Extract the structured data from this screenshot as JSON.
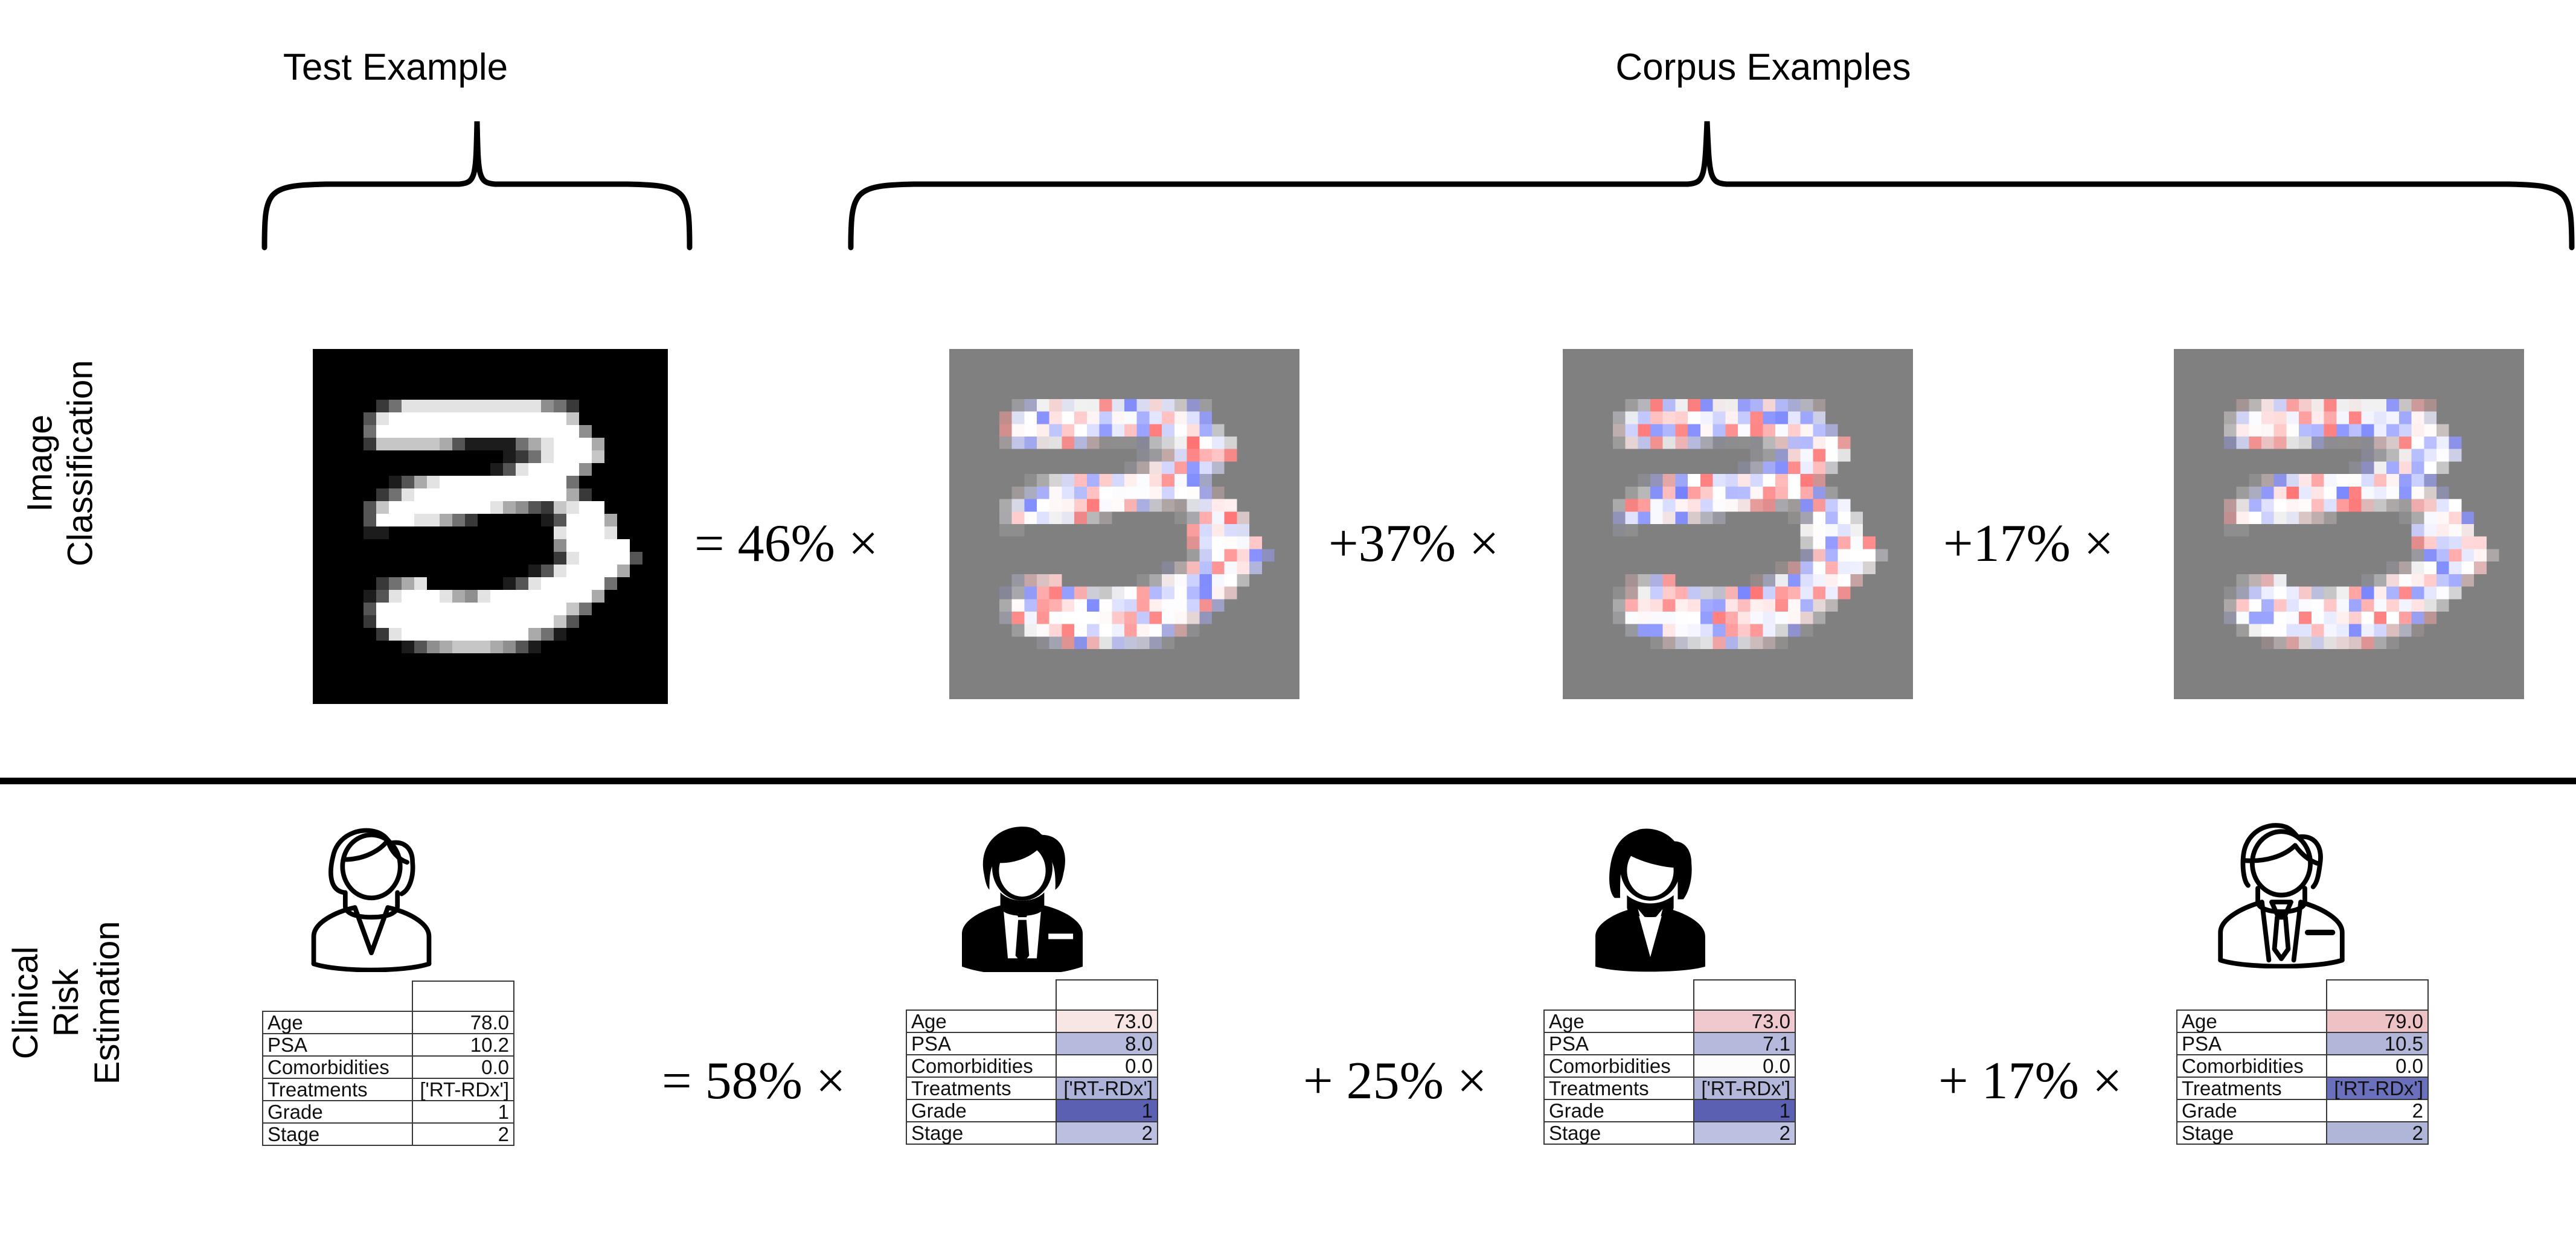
{
  "headers": {
    "test": "Test Example",
    "corpus": "Corpus Examples"
  },
  "rows": [
    {
      "id": "image-classification",
      "label": "Image\nClassification",
      "test_example": {
        "kind": "mnist-digit",
        "digit": "3",
        "background": "#000000",
        "stroke": "#ffffff"
      },
      "operators": [
        "= 46% ×",
        "+37% ×",
        "+17% ×"
      ],
      "weights": [
        46,
        37,
        17
      ],
      "corpus_examples": [
        {
          "kind": "mnist-saliency",
          "digit": "3",
          "background": "#808080",
          "weight": 46
        },
        {
          "kind": "mnist-saliency",
          "digit": "3",
          "background": "#808080",
          "weight": 37
        },
        {
          "kind": "mnist-saliency",
          "digit": "3",
          "background": "#808080",
          "weight": 17
        }
      ]
    },
    {
      "id": "clinical-risk-estimation",
      "label": "Clinical\nRisk\nEstimation",
      "operators": [
        "=  58% ×",
        "+  25% ×",
        "+  17% ×"
      ],
      "weights": [
        58,
        25,
        17
      ],
      "table_fields": [
        "Age",
        "PSA",
        "Comorbidities",
        "Treatments",
        "Grade",
        "Stage"
      ],
      "test_example": {
        "avatar": "female-outline-avatar",
        "values": [
          "78.0",
          "10.2",
          "0.0",
          "['RT-RDx']",
          "1",
          "2"
        ],
        "cell_colors": [
          "#ffffff",
          "#ffffff",
          "#ffffff",
          "#ffffff",
          "#ffffff",
          "#ffffff"
        ]
      },
      "corpus_examples": [
        {
          "avatar": "male-filled-avatar",
          "values": [
            "73.0",
            "8.0",
            "0.0",
            "['RT-RDx']",
            "1",
            "2"
          ],
          "cell_colors": [
            "#f7e6e4",
            "#b6bbdd",
            "#ffffff",
            "#acb2d8",
            "#5b60b2",
            "#bcc0e0"
          ]
        },
        {
          "avatar": "female-filled-avatar",
          "values": [
            "73.0",
            "7.1",
            "0.0",
            "['RT-RDx']",
            "1",
            "2"
          ],
          "cell_colors": [
            "#efc9cd",
            "#b5badc",
            "#fdfcfc",
            "#b3b8da",
            "#5b60b2",
            "#bcc1e1"
          ]
        },
        {
          "avatar": "male-outline-avatar",
          "values": [
            "79.0",
            "10.5",
            "0.0",
            "['RT-RDx']",
            "2",
            "2"
          ],
          "cell_colors": [
            "#eec2c5",
            "#b2b7d9",
            "#ffffff",
            "#6a70bb",
            "#ffffff",
            "#b0b6d8"
          ]
        }
      ]
    }
  ],
  "palette": {
    "positive_red": "#ef5350",
    "negative_blue": "#6a70bb",
    "divider": "#000000",
    "mnist_background_test": "#000000",
    "mnist_background_corpus": "#808080"
  }
}
